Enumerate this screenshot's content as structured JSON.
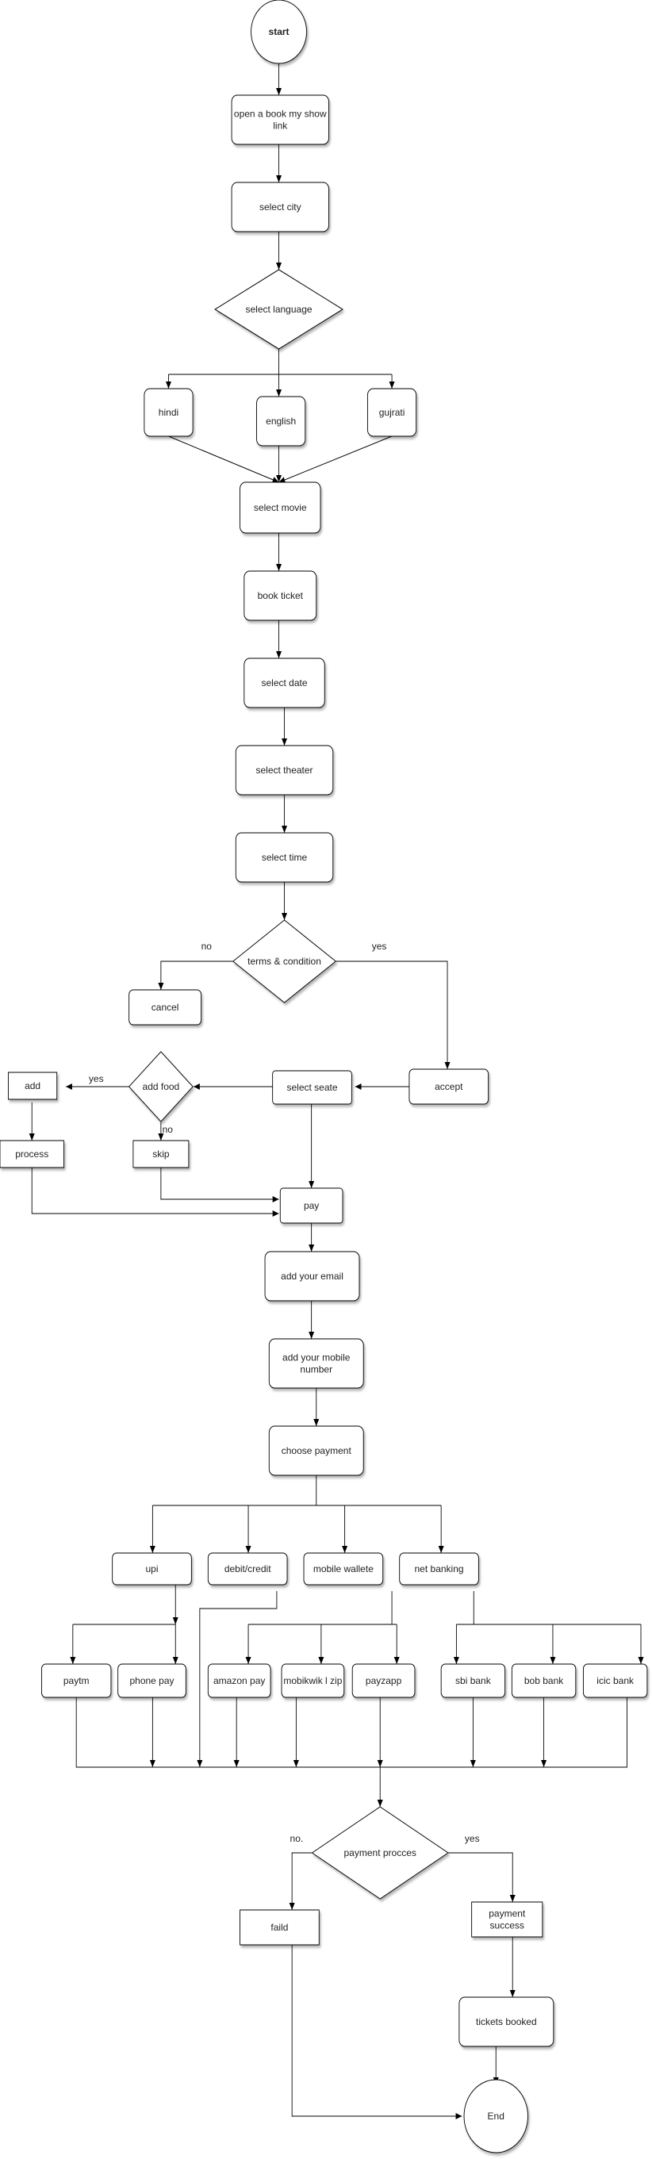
{
  "nodes": {
    "start": "start",
    "open_link": [
      "open a book my show",
      "link"
    ],
    "select_city": "select city",
    "select_language": "select language",
    "hindi": "hindi",
    "english": "english",
    "gujrati": "gujrati",
    "select_movie": "select movie",
    "book_ticket": "book ticket",
    "select_date": "select date",
    "select_theater": "select theater",
    "select_time": "select time",
    "terms": "terms & condition",
    "cancel": "cancel",
    "accept": "accept",
    "select_seate": "select seate",
    "add_food": "add food",
    "add": "add",
    "process": "process",
    "skip": "skip",
    "pay": "pay",
    "add_email": "add your email",
    "add_mobile": [
      "add your mobile",
      "number"
    ],
    "choose_payment": "choose payment",
    "upi": "upi",
    "debit_credit": "debit/credit",
    "mobile_wallete": "mobile wallete",
    "net_banking": "net banking",
    "paytm": "paytm",
    "phone_pay": "phone pay",
    "amazon_pay": "amazon pay",
    "mobikwik": "mobikwik l zip",
    "payzapp": "payzapp",
    "sbi_bank": "sbi bank",
    "bob_bank": "bob bank",
    "icic_bank": "icic bank",
    "payment_procces": "payment procces",
    "faild": "faild",
    "payment_success": [
      "payment",
      "success"
    ],
    "tickets_booked": "tickets booked",
    "end": "End"
  },
  "edge_labels": {
    "terms_no": "no",
    "terms_yes": "yes",
    "food_yes": "yes",
    "food_no": "no",
    "payment_no": "no.",
    "payment_yes": "yes"
  }
}
